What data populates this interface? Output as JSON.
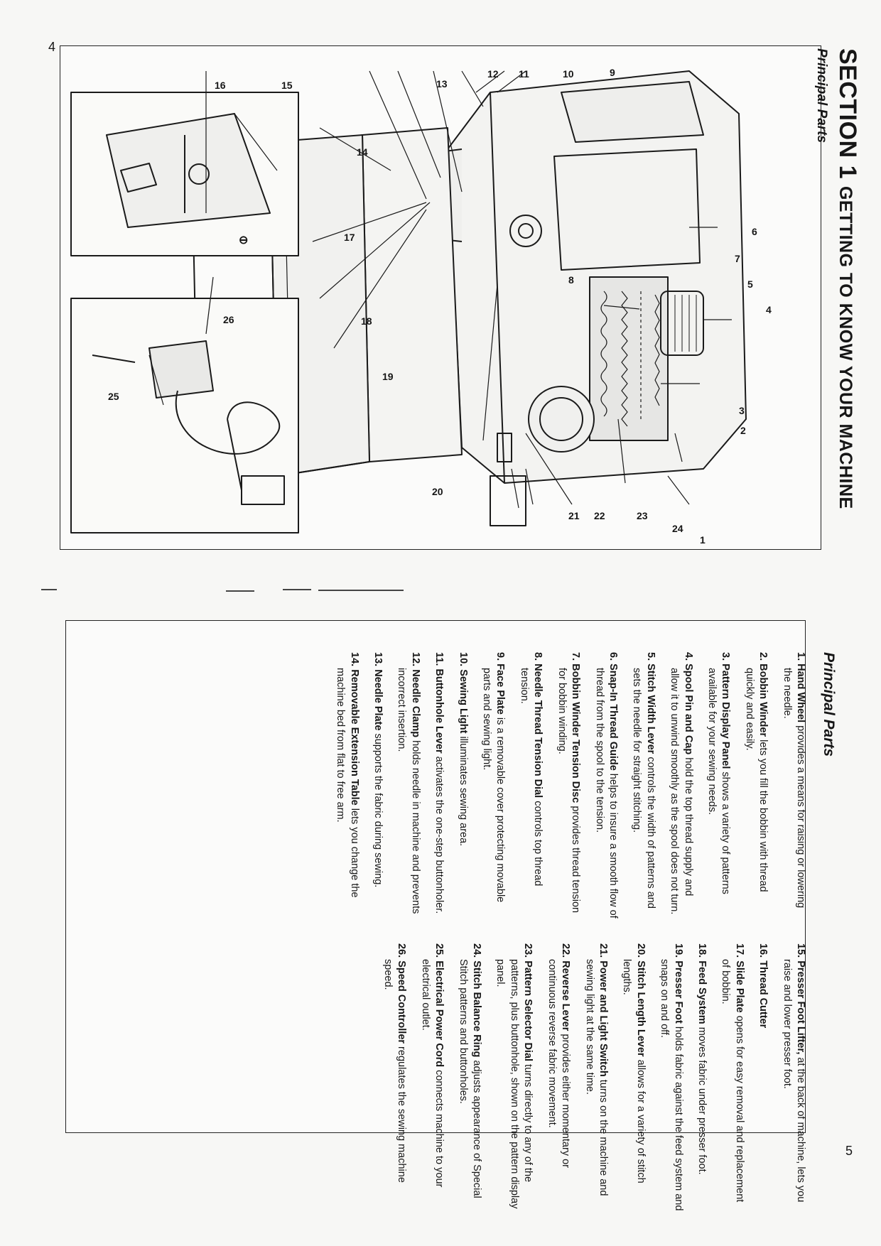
{
  "page_numbers": {
    "left": "4",
    "right": "5"
  },
  "header": {
    "section_label": "SECTION 1",
    "section_title": "GETTING TO KNOW YOUR MACHINE",
    "subtitle": "Principal Parts"
  },
  "figure": {
    "callouts": [
      "1",
      "2",
      "3",
      "4",
      "5",
      "6",
      "7",
      "8",
      "9",
      "10",
      "11",
      "12",
      "13",
      "14",
      "15",
      "16",
      "17",
      "18",
      "19",
      "20",
      "21",
      "22",
      "23",
      "24",
      "25",
      "26"
    ],
    "inset_symbol": "⊖"
  },
  "parts_list": {
    "title": "Principal Parts",
    "column1": [
      {
        "num": "1.",
        "term": "Hand Wheel",
        "desc": " provides a means for raising or lowering the needle."
      },
      {
        "num": "2.",
        "term": "Bobbin Winder",
        "desc": " lets you fill the bobbin with thread quickly and easily."
      },
      {
        "num": "3.",
        "term": "Pattern Display Panel",
        "desc": " shows a variety of patterns available for your sewing needs."
      },
      {
        "num": "4.",
        "term": "Spool Pin and Cap",
        "desc": " hold the top thread supply and allow it to unwind smoothly as the spool does not turn."
      },
      {
        "num": "5.",
        "term": "Stitch Width Lever",
        "desc": " controls the width of patterns and sets the needle for straight stitching."
      },
      {
        "num": "6.",
        "term": "Snap-In Thread Guide",
        "desc": " helps to insure a smooth flow of thread from the spool to the tension."
      },
      {
        "num": "7.",
        "term": "Bobbin Winder Tension Disc",
        "desc": " provides thread tension for bobbin winding."
      },
      {
        "num": "8.",
        "term": "Needle Thread Tension Dial",
        "desc": " controls top thread tension."
      },
      {
        "num": "9.",
        "term": "Face Plate",
        "desc": " is a removable cover protecting movable parts and sewing light."
      },
      {
        "num": "10.",
        "term": "Sewing Light",
        "desc": " illuminates sewing area."
      },
      {
        "num": "11.",
        "term": "Buttonhole Lever",
        "desc": " activates the one-step buttonholer."
      },
      {
        "num": "12.",
        "term": "Needle Clamp",
        "desc": " holds needle in machine and prevents incorrect insertion."
      },
      {
        "num": "13.",
        "term": "Needle Plate",
        "desc": " supports the fabric during sewing."
      },
      {
        "num": "14.",
        "term": "Removable Extension Table",
        "desc": " lets you change the machine bed from flat to free arm."
      }
    ],
    "column2": [
      {
        "num": "15.",
        "term": "Presser Foot Lifter,",
        "desc": " at the back of machine, lets you raise and lower presser foot."
      },
      {
        "num": "16.",
        "term": "Thread Cutter",
        "desc": ""
      },
      {
        "num": "17.",
        "term": "Slide Plate",
        "desc": " opens for easy removal and replacement of bobbin."
      },
      {
        "num": "18.",
        "term": "Feed System",
        "desc": " moves fabric under presser foot."
      },
      {
        "num": "19.",
        "term": "Presser Foot",
        "desc": " holds fabric against the feed system and snaps on and off."
      },
      {
        "num": "20.",
        "term": "Stitch Length Lever",
        "desc": " allows for a variety of stitch lengths."
      },
      {
        "num": "21.",
        "term": "Power and Light Switch",
        "desc": " turns on the machine and sewing light at the same time."
      },
      {
        "num": "22.",
        "term": "Reverse Lever",
        "desc": " provides either momentary or continuous reverse fabric movement."
      },
      {
        "num": "23.",
        "term": "Pattern Selector Dial",
        "desc": " turns directly to any of the patterns, plus buttonhole, shown on the pattern display panel."
      },
      {
        "num": "24.",
        "term": "Stitch Balance Ring",
        "desc": " adjusts appearance of Special Stitch patterns and buttonholes."
      },
      {
        "num": "25.",
        "term": "Electrical Power Cord",
        "desc": " connects machine to your electrical outlet."
      },
      {
        "num": "26.",
        "term": "Speed Controller",
        "desc": " regulates the sewing machine speed."
      }
    ]
  }
}
